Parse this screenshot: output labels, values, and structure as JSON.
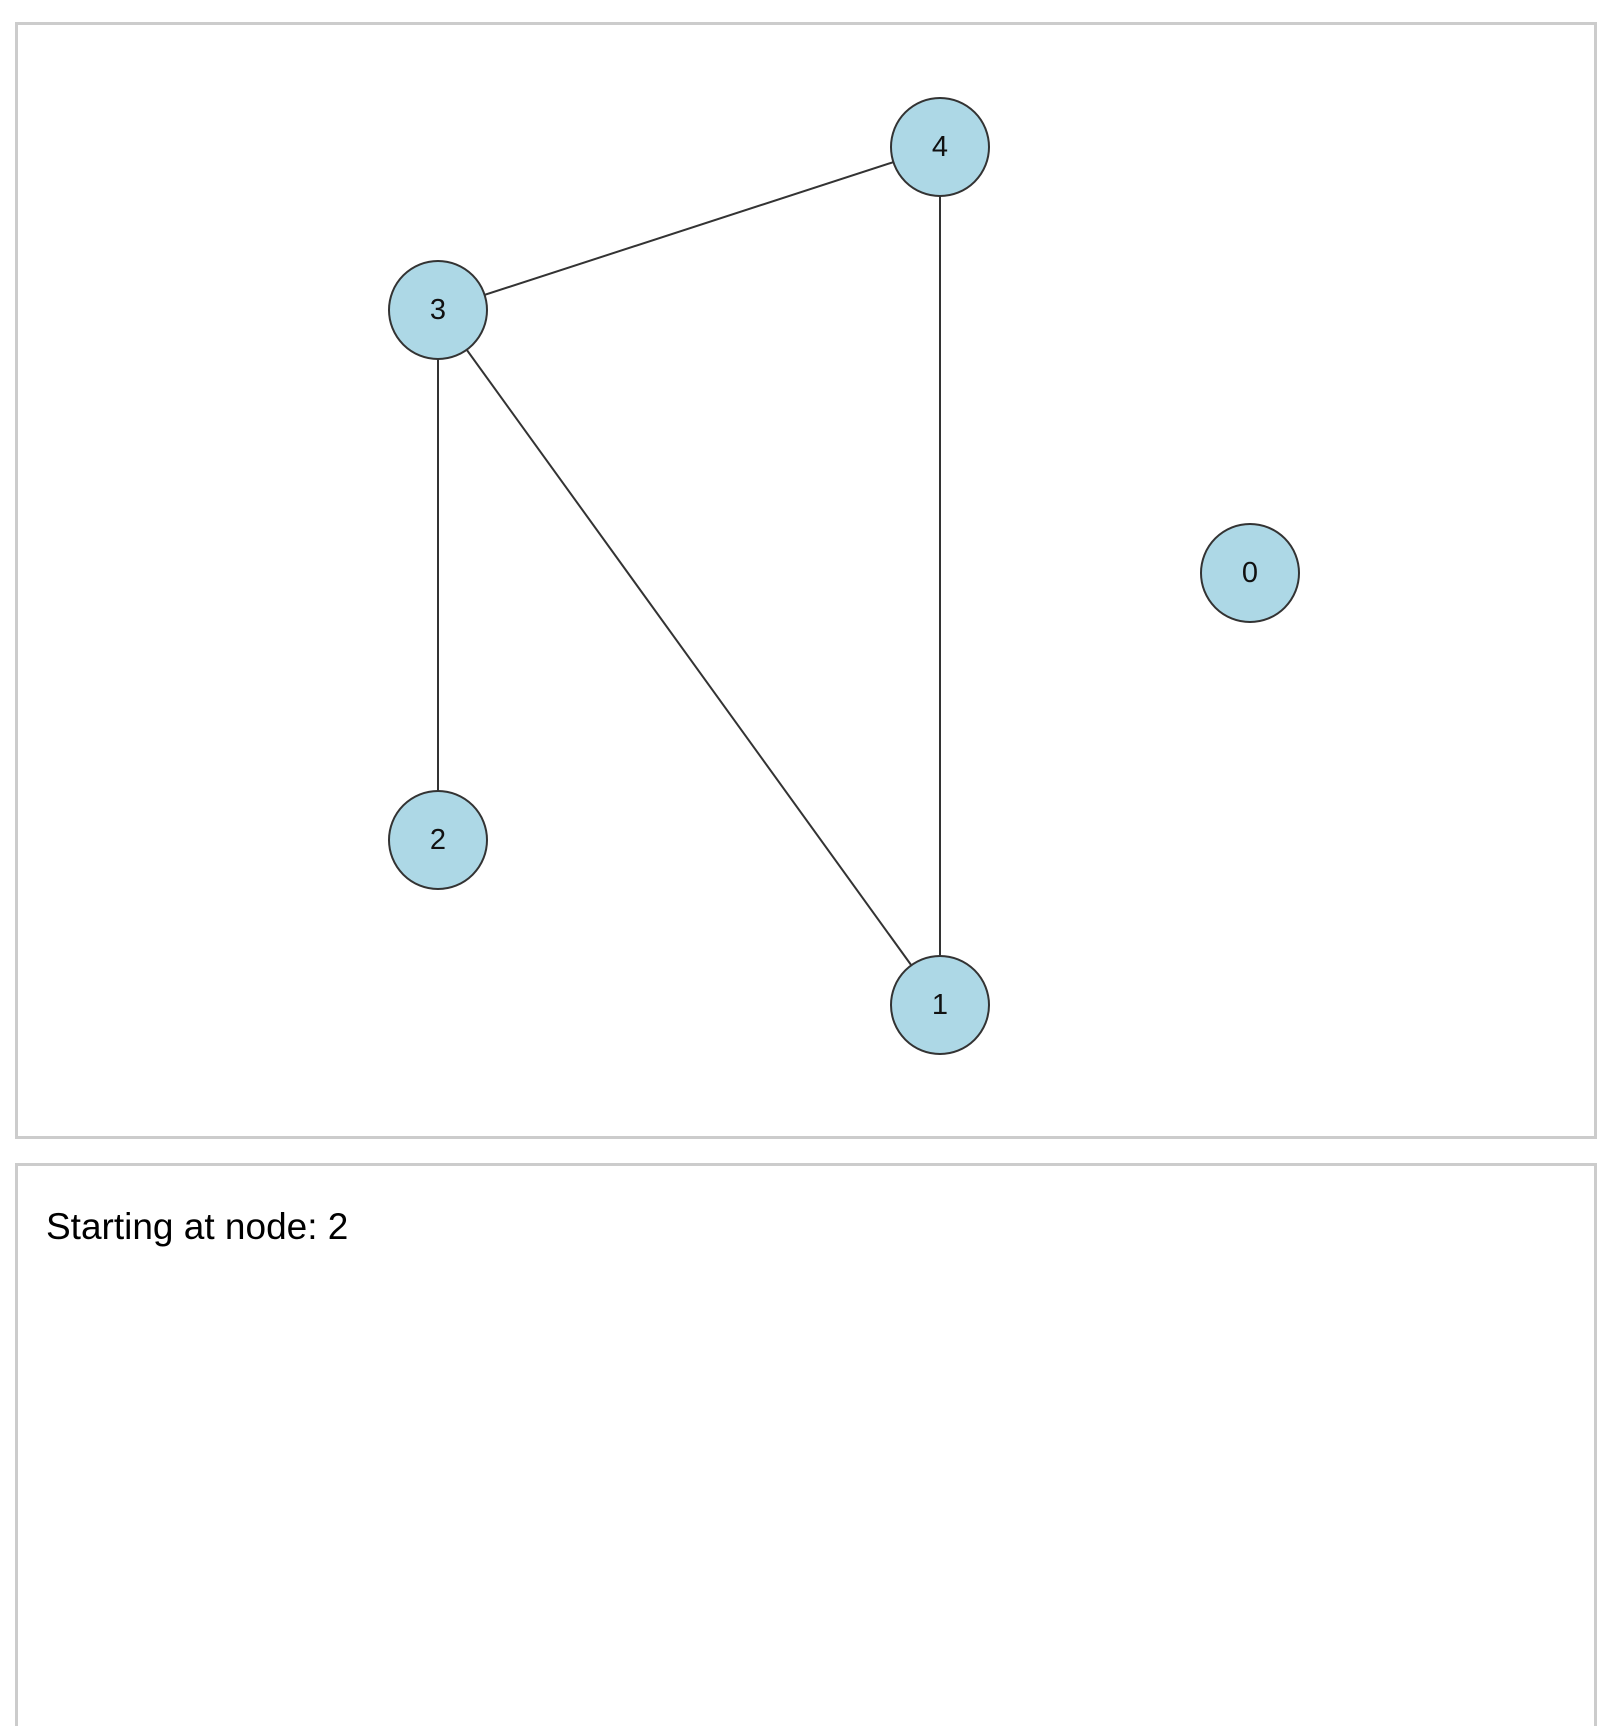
{
  "graph": {
    "node_fill": "#add8e6",
    "node_stroke": "#333333",
    "edge_color": "#333333",
    "nodes": [
      {
        "id": "4"
      },
      {
        "id": "3"
      },
      {
        "id": "0"
      },
      {
        "id": "2"
      },
      {
        "id": "1"
      }
    ],
    "edges": [
      {
        "source": "3",
        "target": "4"
      },
      {
        "source": "4",
        "target": "1"
      },
      {
        "source": "3",
        "target": "1"
      },
      {
        "source": "3",
        "target": "2"
      }
    ]
  },
  "log": {
    "line": "Starting at node: 2"
  }
}
